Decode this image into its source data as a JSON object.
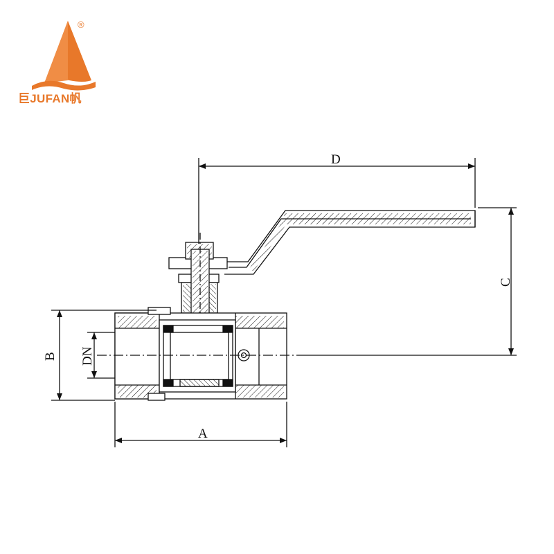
{
  "logo": {
    "brand_text": "巨JUFAN帆",
    "registered_mark": "®",
    "color": "#e8782a"
  },
  "dimensions": {
    "A": "A",
    "B": "B",
    "C": "C",
    "D": "D",
    "DN": "DN"
  },
  "colors": {
    "line": "#111111",
    "brand": "#e8782a"
  }
}
